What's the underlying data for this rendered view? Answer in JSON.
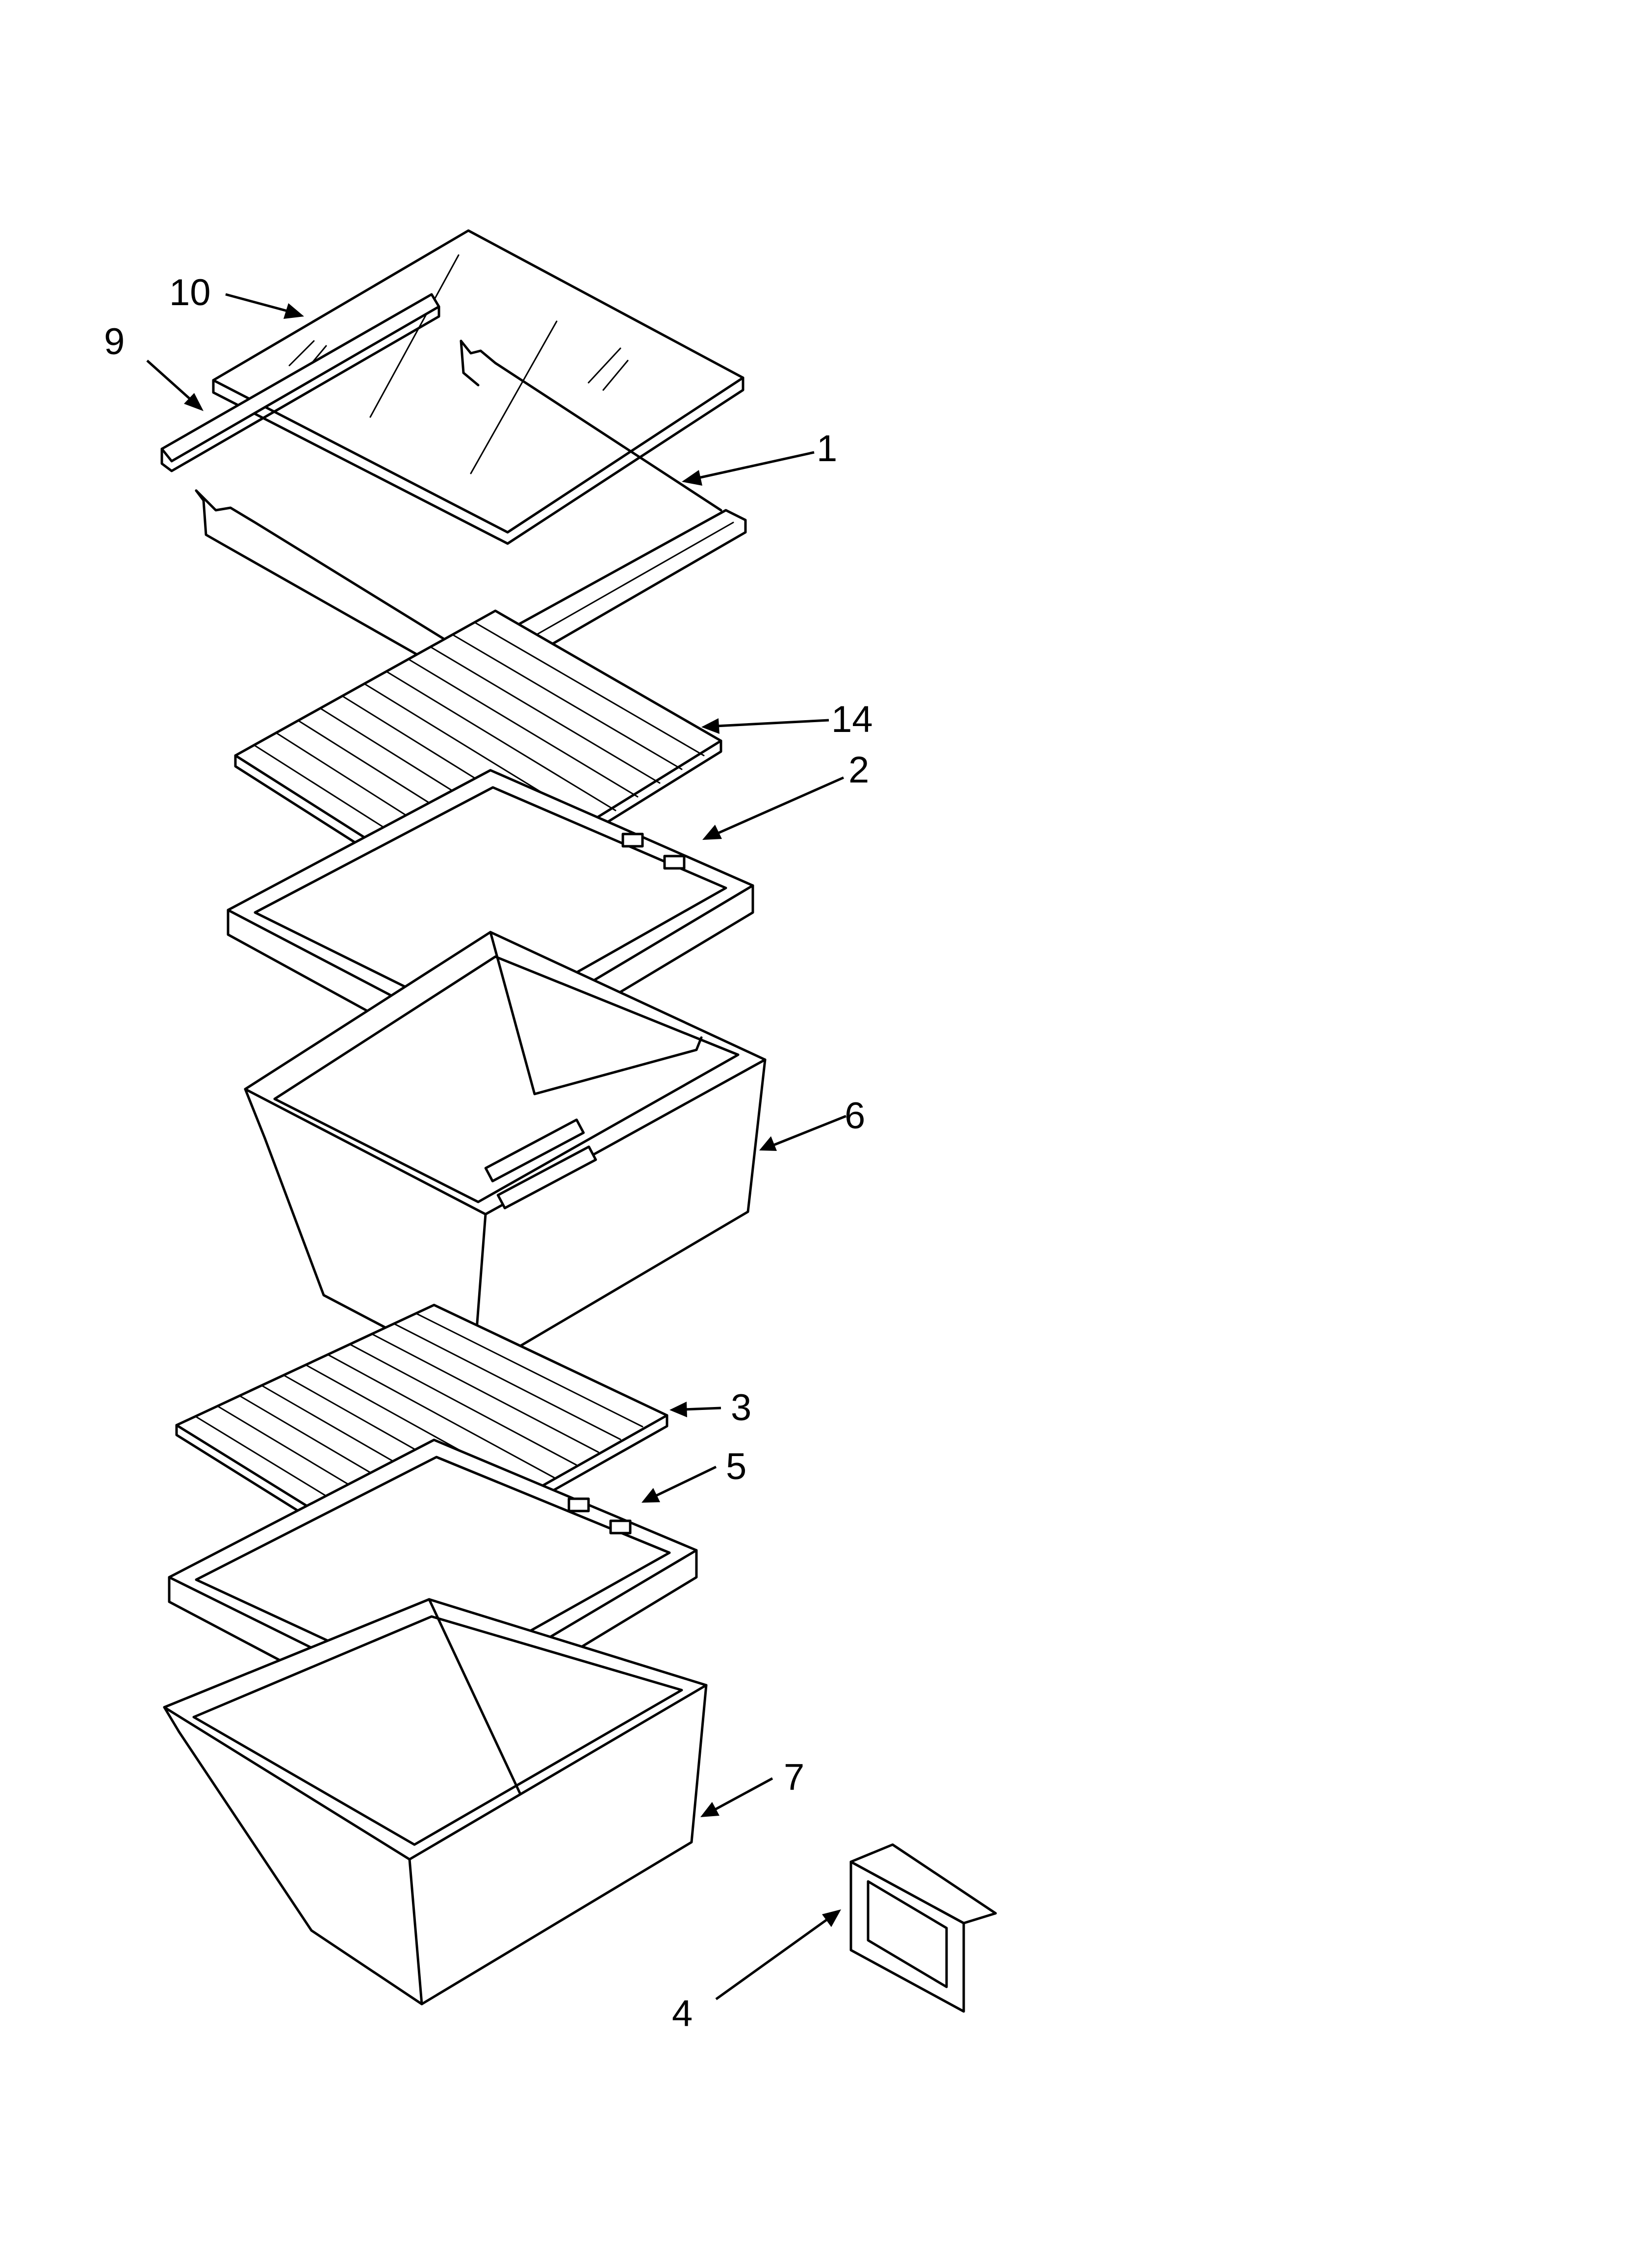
{
  "diagram": {
    "callouts": [
      {
        "id": "1",
        "text": "1"
      },
      {
        "id": "2",
        "text": "2"
      },
      {
        "id": "3",
        "text": "3"
      },
      {
        "id": "4",
        "text": "4"
      },
      {
        "id": "5",
        "text": "5"
      },
      {
        "id": "6",
        "text": "6"
      },
      {
        "id": "7",
        "text": "7"
      },
      {
        "id": "9",
        "text": "9"
      },
      {
        "id": "10",
        "text": "10"
      },
      {
        "id": "14",
        "text": "14"
      }
    ],
    "colors": {
      "ink": "#000000",
      "paper": "#ffffff"
    }
  }
}
